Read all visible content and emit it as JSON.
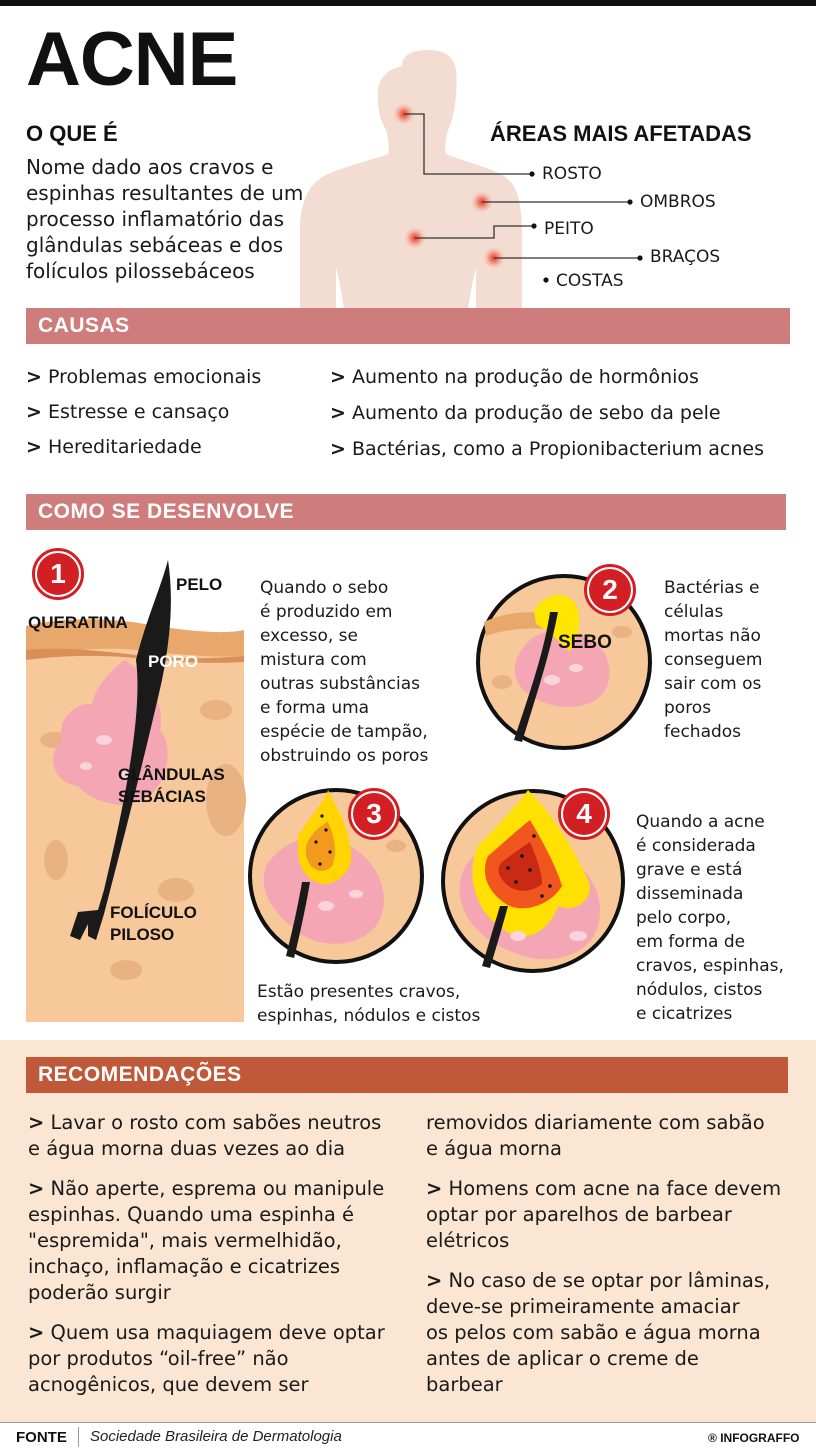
{
  "header": {
    "title": "ACNE",
    "what_heading": "O QUE É",
    "what_text_lines": [
      "Nome dado aos cravos e",
      "espinhas resultantes de um",
      "processo inflamatório das",
      "glândulas sebáceas e dos",
      "folículos pilossebáceos"
    ],
    "areas_heading": "ÁREAS MAIS AFETADAS",
    "areas": [
      "ROSTO",
      "OMBROS",
      "PEITO",
      "BRAÇOS",
      "COSTAS"
    ]
  },
  "causes": {
    "heading": "CAUSAS",
    "left": [
      "Problemas emocionais",
      "Estresse e cansaço",
      "Hereditariedade"
    ],
    "right": [
      "Aumento na produção de  hormônios",
      "Aumento da produção de sebo da pele",
      "Bactérias, como a Propionibacterium acnes"
    ]
  },
  "develop": {
    "heading": "COMO SE DESENVOLVE",
    "steps": [
      "1",
      "2",
      "3",
      "4"
    ],
    "labels": {
      "pelo": "PELO",
      "queratina": "QUERATINA",
      "poro": "PORO",
      "glandulas_1": "GLÂNDULAS",
      "glandulas_2": "SEBÁCIAS",
      "foliculo_1": "FOLÍCULO",
      "foliculo_2": "PILOSO",
      "sebo": "SEBO"
    },
    "step1_lines": [
      "Quando o sebo",
      "é produzido em",
      "excesso, se",
      "mistura com",
      "outras substâncias",
      "e forma uma",
      "espécie de tampão,",
      "obstruindo os poros"
    ],
    "step2_lines": [
      "Bactérias e",
      "células",
      "mortas não",
      "conseguem",
      "sair com os",
      "poros",
      "fechados"
    ],
    "step3_lines": [
      "Estão presentes cravos,",
      "espinhas, nódulos e cistos"
    ],
    "step4_lines": [
      "Quando a acne",
      "é considerada",
      "grave e está",
      "disseminada",
      "pelo corpo,",
      "em forma de",
      "cravos, espinhas,",
      "nódulos, cistos",
      "e cicatrizes"
    ]
  },
  "recs": {
    "heading": "RECOMENDAÇÕES",
    "left": [
      {
        "lines": [
          "Lavar o rosto com sabões neutros",
          "e água morna duas vezes ao dia"
        ]
      },
      {
        "lines": [
          "Não aperte, esprema ou manipule",
          "espinhas. Quando uma espinha é",
          "\"espremida\", mais vermelhidão,",
          "inchaço, inflamação e cicatrizes",
          "poderão surgir"
        ]
      },
      {
        "lines": [
          "Quem usa maquiagem deve optar",
          "por produtos “oil-free” não",
          "acnogênicos, que devem ser"
        ]
      }
    ],
    "right": [
      {
        "arrow": false,
        "lines": [
          "removidos diariamente com sabão",
          "e água morna"
        ]
      },
      {
        "arrow": true,
        "lines": [
          "Homens com acne na face devem",
          "optar por aparelhos de barbear",
          "elétricos"
        ]
      },
      {
        "arrow": true,
        "lines": [
          "No caso de se optar por lâminas,",
          "deve-se primeiramente amaciar",
          "os pelos com sabão e água morna",
          "antes de  aplicar o creme de",
          "barbear"
        ]
      }
    ]
  },
  "footer": {
    "source_label": "FONTE",
    "source": "Sociedade Brasileira de Dermatologia",
    "brand_mark": "®",
    "brand": "INFOGRAFFO"
  },
  "colors": {
    "band": "#cf7c7c",
    "rec_band": "#c0583a",
    "rec_bg": "#fbe6d3",
    "skin": "#f6c89a",
    "badge": "#d11f24"
  }
}
